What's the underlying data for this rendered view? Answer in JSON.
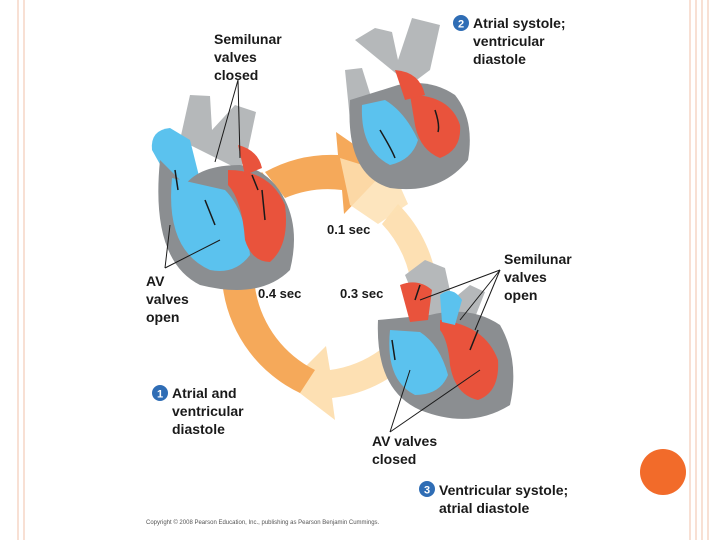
{
  "labels": {
    "semilunar_closed": [
      "Semilunar",
      "valves",
      "closed"
    ],
    "stage2_title": [
      "Atrial systole;",
      "ventricular",
      "diastole"
    ],
    "stage2_num": "2",
    "semilunar_open": [
      "Semilunar",
      "valves",
      "open"
    ],
    "av_open": [
      "AV",
      "valves",
      "open"
    ],
    "stage1_title": [
      "Atrial and",
      "ventricular",
      "diastole"
    ],
    "stage1_num": "1",
    "av_closed": [
      "AV valves",
      "closed"
    ],
    "stage3_title": [
      "Ventricular systole;",
      "atrial diastole"
    ],
    "stage3_num": "3",
    "time_01": "0.1 sec",
    "time_04": "0.4 sec",
    "time_03": "0.3 sec",
    "copyright": "Copyright © 2008 Pearson Education, Inc., publishing as Pearson Benjamin Cummings."
  },
  "colors": {
    "frame_line": "#f2c1aa",
    "orange_dot": "#f26b2a",
    "blood_blue": "#5bc2ee",
    "blood_red": "#e9533c",
    "vessel_gray": "#b5b8ba",
    "wall_gray": "#8b8e91",
    "arrow_orange": "#f5a95a",
    "arrow_light": "#fde0b3",
    "badge_blue": "#2f6db5"
  }
}
